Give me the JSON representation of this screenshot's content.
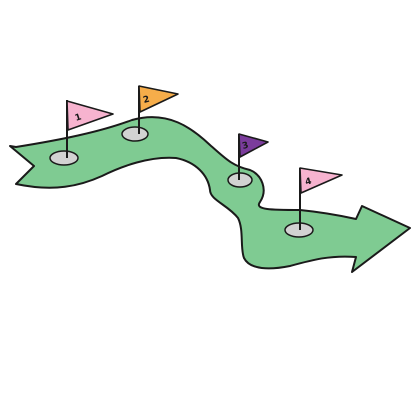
{
  "illustration": {
    "road_color": "#7fcb92",
    "outline_color": "#1a1a1a",
    "hole_color": "#d2d2d2",
    "flags": [
      {
        "label": "1",
        "color": "#f7b3cf"
      },
      {
        "label": "2",
        "color": "#f6ad4a"
      },
      {
        "label": "3",
        "color": "#7b3c9c"
      },
      {
        "label": "4",
        "color": "#f7b3cf"
      }
    ]
  }
}
